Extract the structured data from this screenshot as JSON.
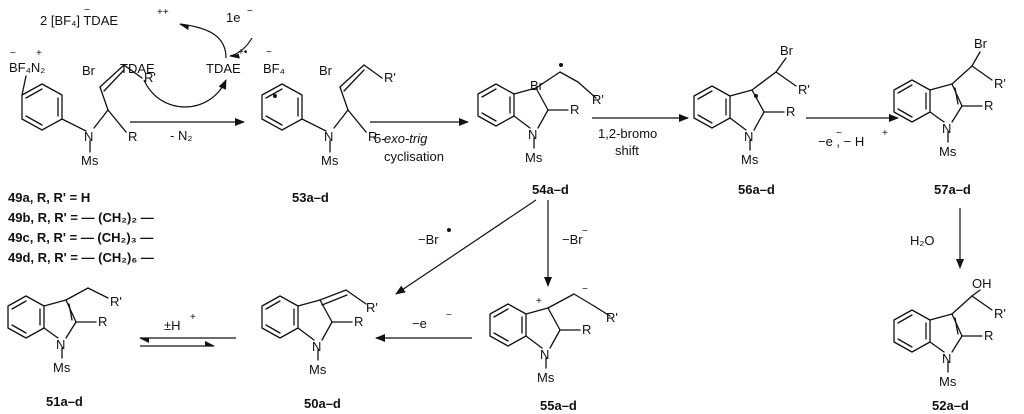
{
  "compounds": {
    "c49": "49a, R, R' = H",
    "c49b": "49b, R, R' = — (CH₂)₂ —",
    "c49c": "49c, R, R' = — (CH₂)₃ —",
    "c49d": "49d, R, R' = — (CH₂)₆ —",
    "c53": "53a–d",
    "c54": "54a–d",
    "c56": "56a–d",
    "c57": "57a–d",
    "c52": "52a–d",
    "c55": "55a–d",
    "c50": "50a–d",
    "c51": "51a–d"
  },
  "reagents": {
    "tdae_ion": "2 [BF₄] TDAE",
    "one_e": "1e",
    "tdae": "TDAE",
    "tdae_radical": "TDAE",
    "bf4": "BF₄",
    "minus_n2": "- N₂",
    "exo_a": "5-",
    "exo_b": "exo-trig",
    "cyclisation": "cyclisation",
    "bromo": "1,2-bromo",
    "shift": "shift",
    "minus_e_h": "−e , − H",
    "h2o": "H₂O",
    "minus_br_rad": "−Br",
    "minus_br_ion": "−Br",
    "minus_e": "−e",
    "plus_h": "±H"
  },
  "atoms": {
    "br": "Br",
    "n": "N",
    "r": "R",
    "rp": "R'",
    "ms": "Ms",
    "oh": "OH",
    "bf4n2": "BF₄N₂"
  }
}
